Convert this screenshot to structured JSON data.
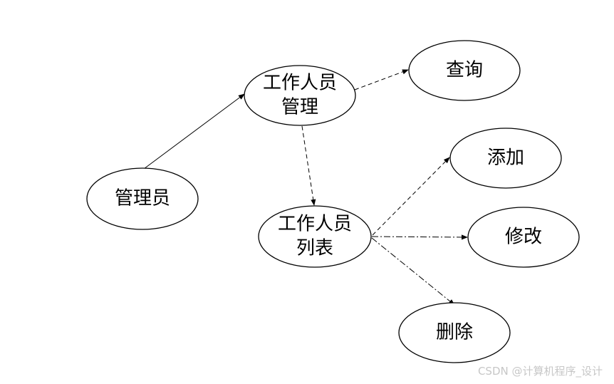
{
  "nodes": {
    "admin": {
      "lines": [
        "管理员"
      ]
    },
    "staff_management": {
      "lines": [
        "工作人员",
        "管理"
      ]
    },
    "query": {
      "lines": [
        "查询"
      ]
    },
    "staff_list": {
      "lines": [
        "工作人员",
        "列表"
      ]
    },
    "add": {
      "lines": [
        "添加"
      ]
    },
    "modify": {
      "lines": [
        "修改"
      ]
    },
    "delete": {
      "lines": [
        "删除"
      ]
    }
  },
  "edges": [
    {
      "from": "admin",
      "to": "staff_management",
      "style": "solid"
    },
    {
      "from": "staff_management",
      "to": "query",
      "style": "dashed"
    },
    {
      "from": "staff_management",
      "to": "staff_list",
      "style": "dashed"
    },
    {
      "from": "staff_list",
      "to": "add",
      "style": "dashed"
    },
    {
      "from": "staff_list",
      "to": "modify",
      "style": "dashdot"
    },
    {
      "from": "staff_list",
      "to": "delete",
      "style": "dashdot"
    }
  ],
  "watermark": "CSDN @计算机程序_设计",
  "colors": {
    "stroke": "#000000",
    "fill": "#ffffff",
    "watermark": "#c7c7c7"
  }
}
